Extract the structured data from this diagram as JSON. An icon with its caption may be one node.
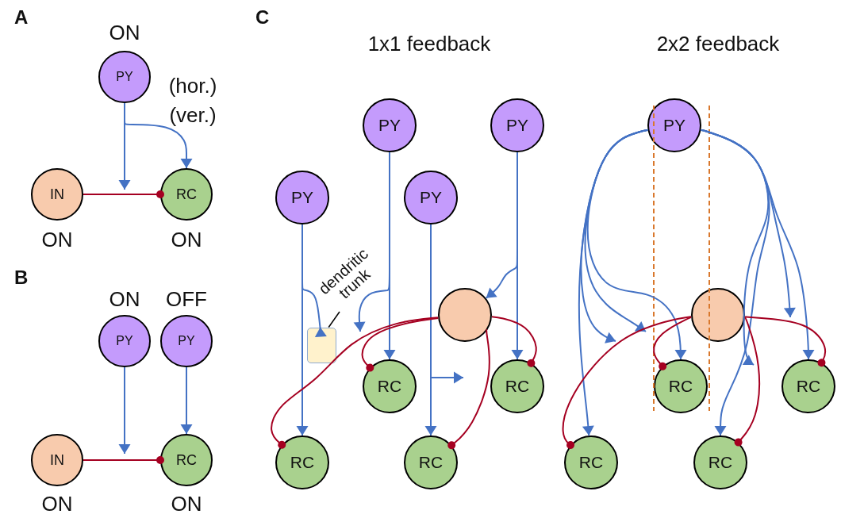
{
  "diagram": {
    "nodes": [
      {
        "text": [
          "PY"
        ],
        "beside": [
          "ON"
        ]
      },
      {
        "text": [
          "IN"
        ],
        "beside": [
          "ON"
        ]
      },
      {
        "text": [
          "RC"
        ],
        "beside": [
          "ON"
        ]
      },
      {
        "text": [
          "PY"
        ],
        "beside": [
          "ON"
        ]
      },
      {
        "text": [
          "PY"
        ],
        "beside": [
          "OFF"
        ]
      },
      {
        "text": [
          "IN"
        ],
        "beside": [
          "ON"
        ]
      },
      {
        "text": [
          "RC"
        ],
        "beside": [
          "ON"
        ]
      },
      {
        "text": [
          "PY"
        ]
      },
      {
        "text": [
          "PY"
        ]
      },
      {
        "text": [
          "PY"
        ]
      },
      {
        "text": [
          "PY"
        ]
      },
      {
        "text": [],
        "shape": "circle"
      },
      {
        "text": [
          "RC"
        ]
      },
      {
        "text": [
          "RC"
        ]
      },
      {
        "text": [
          "RC"
        ]
      },
      {
        "text": [
          "RC"
        ]
      },
      {
        "text": [
          "dendritic trunk"
        ]
      },
      {
        "text": [],
        "shape": "box"
      },
      {
        "text": [
          "PY"
        ]
      },
      {
        "text": [],
        "shape": "circle"
      },
      {
        "text": [
          "RC"
        ]
      },
      {
        "text": [
          "RC"
        ]
      },
      {
        "text": [
          "RC"
        ]
      },
      {
        "text": [
          "RC"
        ]
      }
    ],
    "edges": [
      {
        "from": 0,
        "to": null,
        "arrow": "to"
      },
      {
        "from": 0,
        "to": 2,
        "arrow": "to"
      },
      {
        "from": 1,
        "to": 2,
        "arrow": "other",
        "color": "#a50021"
      },
      {
        "from": 3,
        "to": null,
        "arrow": "to"
      },
      {
        "from": 4,
        "to": 6,
        "arrow": "to"
      },
      {
        "from": 5,
        "to": 6,
        "arrow": "other",
        "color": "#a50021"
      },
      {
        "from": 7,
        "to": 12,
        "arrow": "to"
      },
      {
        "from": 7,
        "to": 17,
        "arrow": "to"
      },
      {
        "from": 8,
        "to": 13,
        "arrow": "to"
      },
      {
        "from": 8,
        "to": null,
        "arrow": "to"
      },
      {
        "from": 9,
        "to": 14,
        "arrow": "to"
      },
      {
        "from": 9,
        "to": null,
        "arrow": "to"
      },
      {
        "from": 10,
        "to": 15,
        "arrow": "to"
      },
      {
        "from": 10,
        "to": 11,
        "arrow": "to"
      },
      {
        "from": 11,
        "to": 12,
        "arrow": "other",
        "color": "#a50021"
      },
      {
        "from": 11,
        "to": 13,
        "arrow": "other",
        "color": "#a50021"
      },
      {
        "from": 11,
        "to": 14,
        "arrow": "other",
        "color": "#a50021"
      },
      {
        "from": 11,
        "to": 15,
        "arrow": "other",
        "color": "#a50021"
      },
      {
        "from": 18,
        "to": 20,
        "arrow": "to"
      },
      {
        "from": 18,
        "to": null,
        "arrow": "to"
      },
      {
        "from": 18,
        "to": null,
        "arrow": "to"
      },
      {
        "from": 18,
        "to": 21,
        "arrow": "to"
      },
      {
        "from": 18,
        "to": 22,
        "arrow": "to"
      },
      {
        "from": 18,
        "to": null,
        "arrow": "to"
      },
      {
        "from": 18,
        "to": null,
        "arrow": "to"
      },
      {
        "from": 18,
        "to": 23,
        "arrow": "to"
      },
      {
        "from": 19,
        "to": 20,
        "arrow": "other",
        "color": "#a50021"
      },
      {
        "from": 19,
        "to": 21,
        "arrow": "other",
        "color": "#a50021"
      },
      {
        "from": 19,
        "to": 23,
        "arrow": "other",
        "color": "#a50021"
      },
      {
        "from": 19,
        "to": 22,
        "arrow": "other",
        "color": "#a50021"
      },
      {
        "from": 16,
        "to": 17,
        "arrow": "none",
        "color": "#000000"
      }
    ],
    "labels": [
      "A",
      "C",
      "1x1 feedback",
      "2x2 feedback",
      "(hor.)",
      "(ver.)",
      "B"
    ]
  }
}
